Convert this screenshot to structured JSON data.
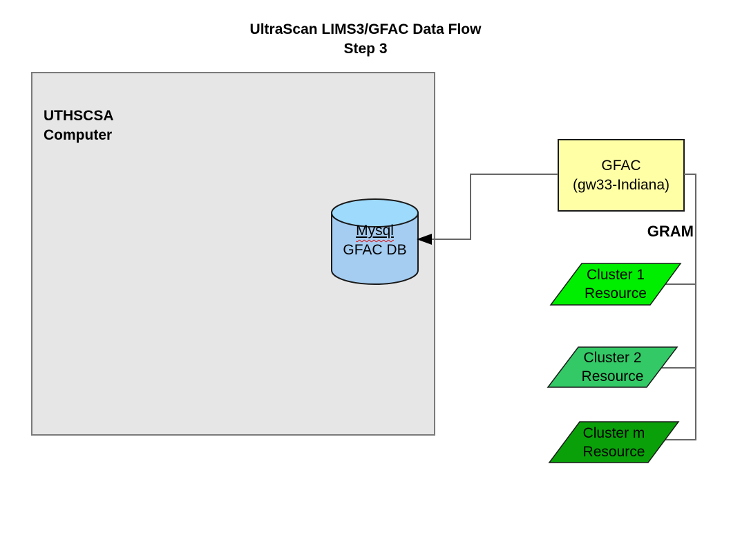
{
  "title": {
    "line1": "UltraScan LIMS3/GFAC Data Flow",
    "line2": "Step 3"
  },
  "computer_box": {
    "label_line1": "UTHSCSA",
    "label_line2": "Computer"
  },
  "database": {
    "name_line1": "Mysql",
    "name_line2": "GFAC DB"
  },
  "gfac_node": {
    "line1": "GFAC",
    "line2": "(gw33-Indiana)"
  },
  "gram_label": "GRAM",
  "clusters": [
    {
      "line1": "Cluster 1",
      "line2": "Resource",
      "color": "#00ee00"
    },
    {
      "line1": "Cluster 2",
      "line2": "Resource",
      "color": "#33c966"
    },
    {
      "line1": "Cluster m",
      "line2": "Resource",
      "color": "#0aa00a"
    }
  ],
  "icons": {
    "arrowhead": "left-pointing-triangle"
  },
  "colors": {
    "computer_box_fill": "#e6e6e6",
    "computer_box_border": "#7a7a7a",
    "gfac_fill": "#ffffa6",
    "cylinder_body": "#a5cdf2",
    "cylinder_top": "#9edafc",
    "connector": "#666666",
    "arrow": "#000000",
    "spellcheck_underline": "#e01010"
  }
}
